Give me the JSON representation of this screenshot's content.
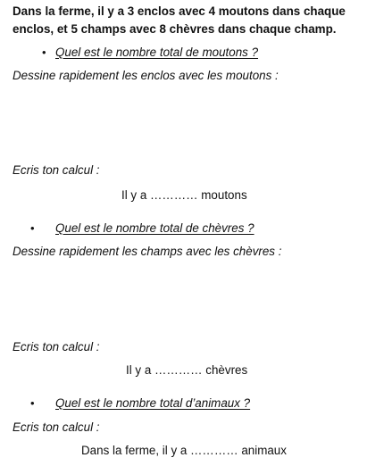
{
  "intro": "Dans la ferme, il y a 3 enclos avec 4 moutons dans chaque enclos, et 5 champs avec 8 chèvres dans chaque champ.",
  "bullet_glyph": "•",
  "section1": {
    "question": "Quel est le nombre total de moutons ?",
    "draw_instruction": "Dessine rapidement les enclos avec les moutons :",
    "calc_instruction": "Ecris ton calcul :",
    "answer": "Il y a ………… moutons"
  },
  "section2": {
    "question": "Quel est le nombre total de chèvres ?",
    "draw_instruction": "Dessine rapidement les champs avec les chèvres :",
    "calc_instruction": "Ecris ton calcul :",
    "answer": "Il y a ………… chèvres"
  },
  "section3": {
    "question": "Quel est le nombre total d’animaux ?",
    "calc_instruction": "Ecris ton calcul :",
    "answer": "Dans la ferme, il y a ………… animaux"
  }
}
